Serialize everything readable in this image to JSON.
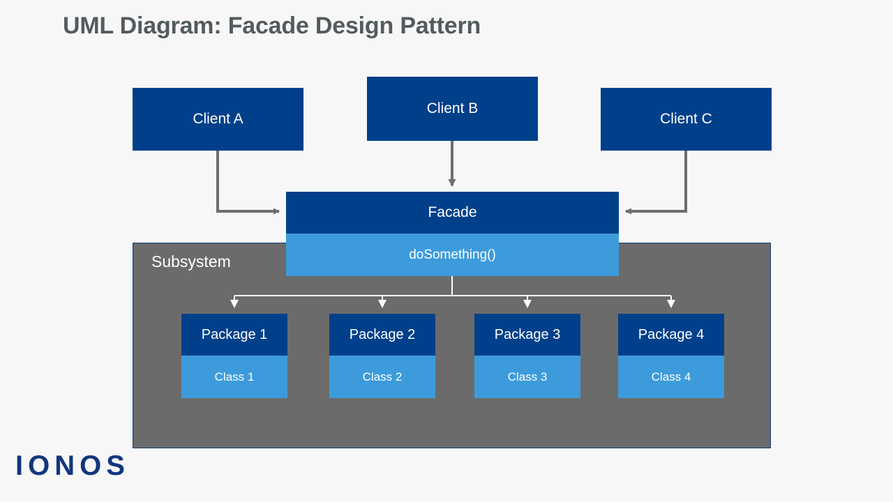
{
  "page": {
    "title": "UML Diagram: Facade Design Pattern",
    "background_color": "#f7f7f7",
    "title_color": "#545b5e"
  },
  "colors": {
    "dark_blue": "#00408a",
    "light_blue": "#3d9bdc",
    "subsystem_gray": "#6b6b6b",
    "connector_gray": "#6e6e6e",
    "connector_white": "#ffffff",
    "logo_blue": "#12367e"
  },
  "clients": [
    {
      "label": "Client A"
    },
    {
      "label": "Client B"
    },
    {
      "label": "Client C"
    }
  ],
  "facade": {
    "name": "Facade",
    "operation": "doSomething()"
  },
  "subsystem": {
    "label": "Subsystem",
    "packages": [
      {
        "name": "Package 1",
        "class_name": "Class 1"
      },
      {
        "name": "Package 2",
        "class_name": "Class 2"
      },
      {
        "name": "Package 3",
        "class_name": "Class 3"
      },
      {
        "name": "Package 4",
        "class_name": "Class 4"
      }
    ]
  },
  "brand": {
    "logo_text": "IONOS"
  }
}
